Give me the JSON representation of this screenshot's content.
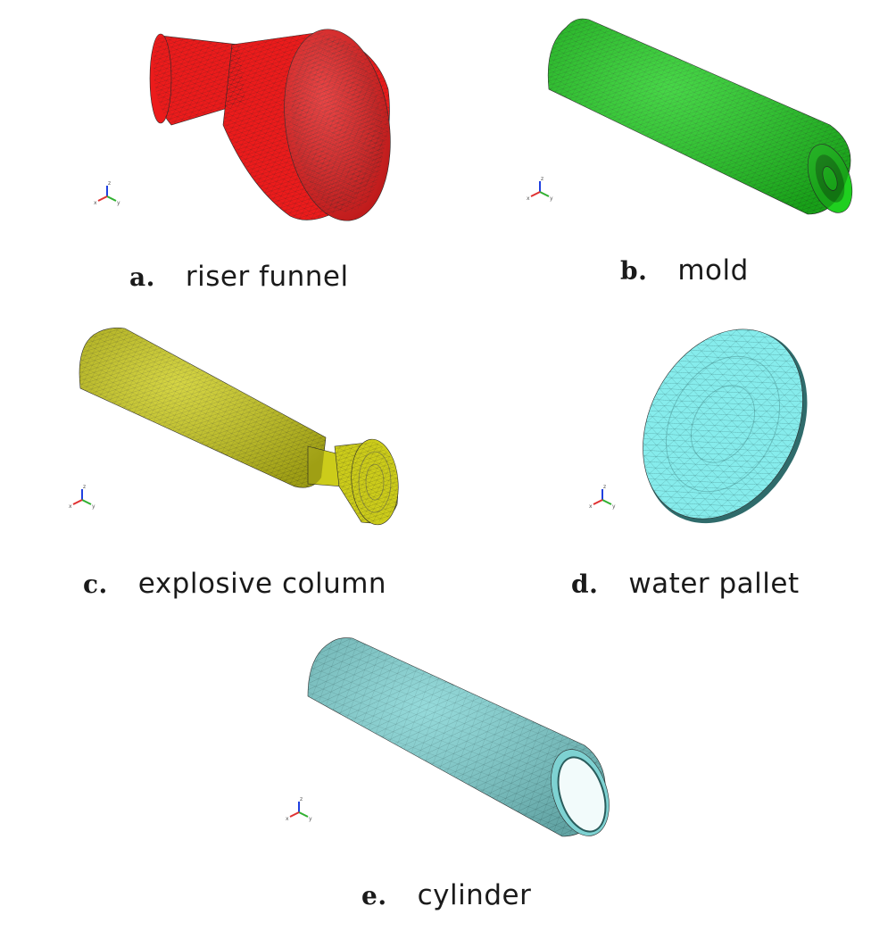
{
  "colors": {
    "riser_funnel": "#ec1b1b",
    "mold": "#1fcf1f",
    "explosive_column": "#cccc1a",
    "water_pallet": "#86ecec",
    "cylinder": "#7ed2d2",
    "mesh_line": "#2a2a2a",
    "axis_x": "#e03030",
    "axis_y": "#30b030",
    "axis_z": "#2040e0"
  },
  "icons": {
    "triad": "xyz-axis-triad-icon"
  },
  "axis_triad": {
    "x_label": "x",
    "y_label": "y",
    "z_label": "z"
  },
  "panels": [
    {
      "id": "a",
      "letter": "a.",
      "caption": "riser funnel"
    },
    {
      "id": "b",
      "letter": "b.",
      "caption": "mold"
    },
    {
      "id": "c",
      "letter": "c.",
      "caption": "explosive column"
    },
    {
      "id": "d",
      "letter": "d.",
      "caption": "water pallet"
    },
    {
      "id": "e",
      "letter": "e.",
      "caption": "cylinder"
    }
  ]
}
